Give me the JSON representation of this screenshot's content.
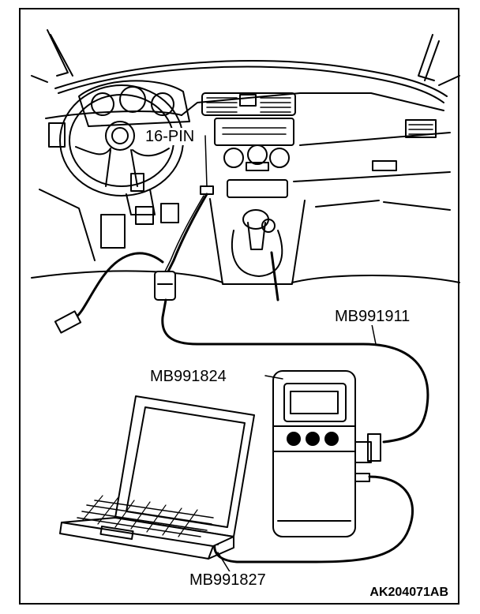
{
  "labels": {
    "connector": "16-PIN",
    "cable_main": "MB991911",
    "device": "MB991824",
    "cable_usb": "MB991827"
  },
  "figure_id": "AK204071AB"
}
